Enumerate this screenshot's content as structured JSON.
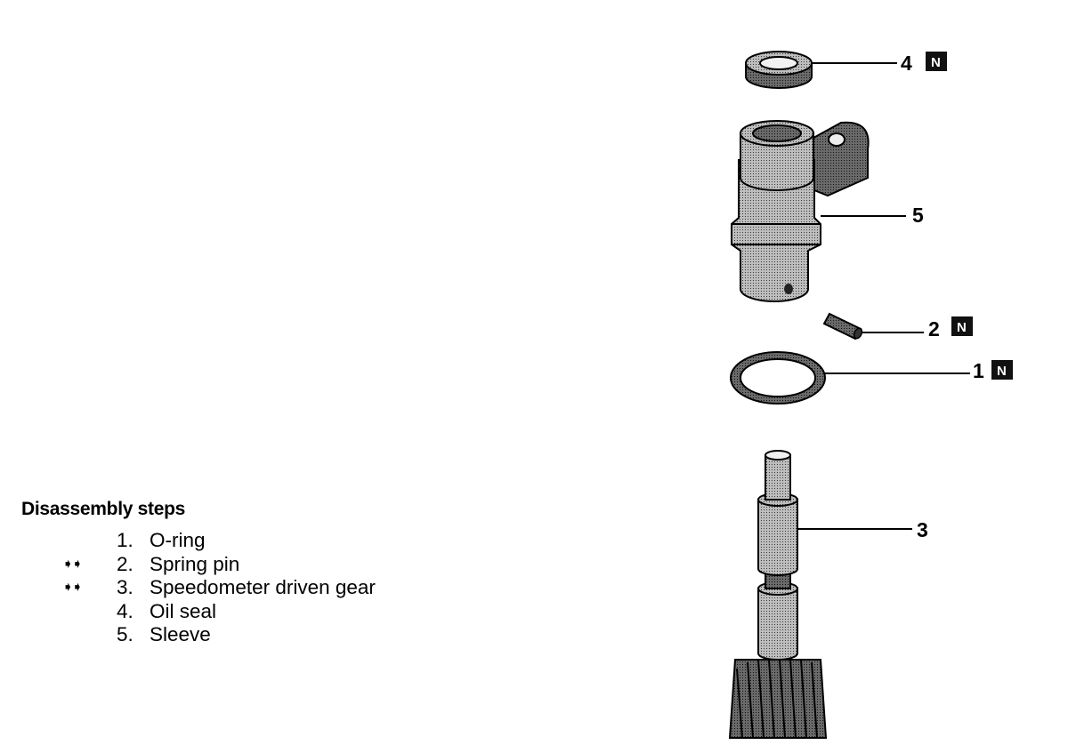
{
  "section": {
    "title": "Disassembly steps",
    "steps": [
      {
        "num": "1.",
        "text": "O-ring",
        "marker": ""
      },
      {
        "num": "2.",
        "text": "Spring pin",
        "marker": "➧➧"
      },
      {
        "num": "3.",
        "text": "Speedometer driven gear",
        "marker": "➧➧"
      },
      {
        "num": "4.",
        "text": "Oil seal",
        "marker": ""
      },
      {
        "num": "5.",
        "text": "Sleeve",
        "marker": ""
      }
    ]
  },
  "callouts": {
    "c4": {
      "num": "4",
      "badge": "N"
    },
    "c5": {
      "num": "5"
    },
    "c2": {
      "num": "2",
      "badge": "N"
    },
    "c1": {
      "num": "1",
      "badge": "N"
    },
    "c3": {
      "num": "3"
    }
  }
}
